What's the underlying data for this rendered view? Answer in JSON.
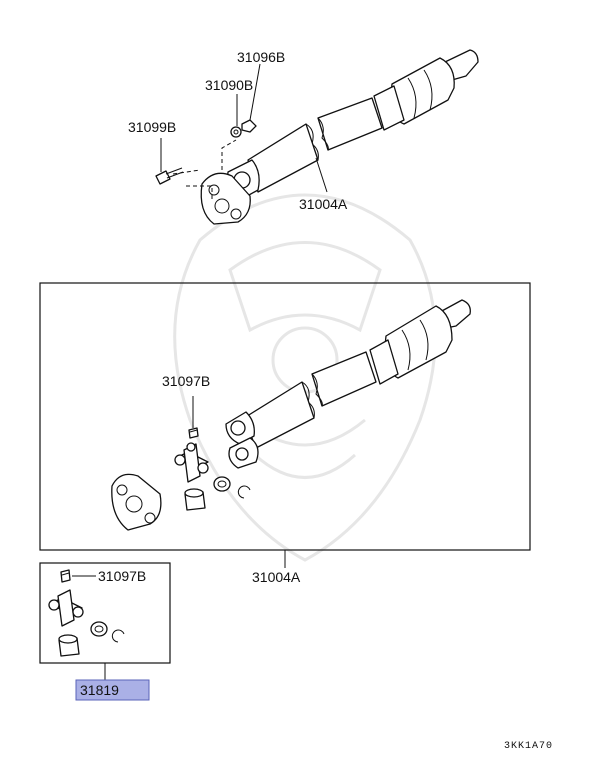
{
  "labels": {
    "top_bolt": "31099B",
    "top_washer": "31090B",
    "top_nut": "31096B",
    "top_shaft": "31004A",
    "box_fitting": "31097B",
    "box_shaft": "31004A",
    "kit_fitting": "31097B",
    "kit_part": "31819"
  },
  "diagram_code": "3KK1A70",
  "colors": {
    "highlight_fill": "#aab0e6",
    "highlight_border": "#5a63b8",
    "line": "#111111"
  }
}
